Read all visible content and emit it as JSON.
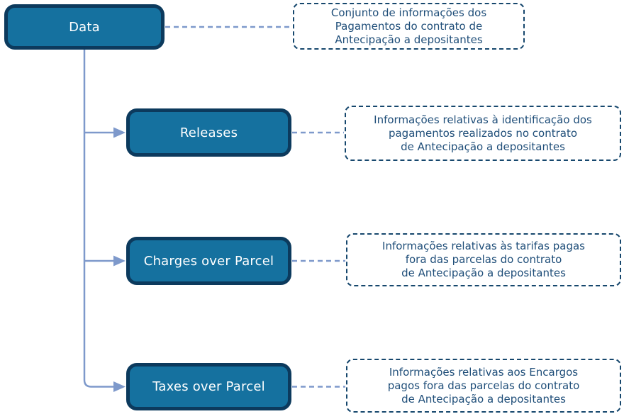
{
  "colors": {
    "node_fill": "#15719F",
    "node_border": "#0C3A5D",
    "node_text": "#FFFFFF",
    "note_border": "#16476D",
    "note_text": "#1F4E79",
    "connector": "#7E99CB"
  },
  "tree": {
    "root": {
      "label": "Data",
      "note": "Conjunto de informações dos\nPagamentos do contrato de\nAntecipação a depositantes"
    },
    "children": [
      {
        "id": "releases",
        "label": "Releases",
        "note": "Informações relativas à identificação dos\npagamentos realizados no contrato\nde Antecipação a depositantes"
      },
      {
        "id": "charges-over-parcel",
        "label": "Charges over Parcel",
        "note": "Informações relativas às tarifas pagas\nfora das parcelas do contrato\nde Antecipação a depositantes"
      },
      {
        "id": "taxes-over-parcel",
        "label": "Taxes over Parcel",
        "note": "Informações relativas aos Encargos\npagos fora das parcelas do contrato\nde Antecipação a depositantes"
      }
    ]
  }
}
